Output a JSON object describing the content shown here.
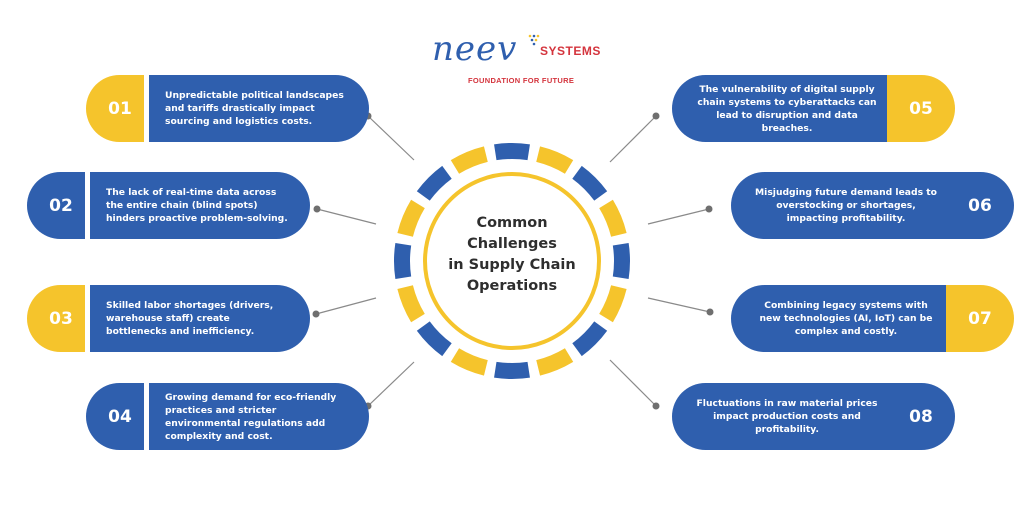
{
  "logo": {
    "wordmark": "neev",
    "systems": "SYSTEMS",
    "tagline": "FOUNDATION FOR FUTURE"
  },
  "center": {
    "lines": [
      "Common",
      "Challenges",
      "in Supply Chain",
      "Operations"
    ]
  },
  "colors": {
    "blue": "#2f5fae",
    "yellow": "#f5c42c",
    "logo_red": "#d4343d"
  },
  "left_items": [
    {
      "number": "01",
      "color": "yellow",
      "text": "Unpredictable political landscapes and tariffs drastically impact sourcing and logistics costs."
    },
    {
      "number": "02",
      "color": "blue",
      "text": "The lack of real-time data across the entire chain (blind spots) hinders proactive problem-solving."
    },
    {
      "number": "03",
      "color": "yellow",
      "text": "Skilled labor shortages (drivers, warehouse staff) create bottlenecks and inefficiency."
    },
    {
      "number": "04",
      "color": "blue",
      "text": "Growing demand for eco-friendly practices and stricter environmental regulations add complexity and cost."
    }
  ],
  "right_items": [
    {
      "number": "05",
      "color": "yellow",
      "text": "The vulnerability of digital supply chain systems to cyberattacks can lead to disruption and data breaches."
    },
    {
      "number": "06",
      "color": "blue",
      "text": "Misjudging future demand leads to overstocking or shortages, impacting profitability."
    },
    {
      "number": "07",
      "color": "yellow",
      "text": "Combining legacy systems with new technologies (AI, IoT) can be complex and costly."
    },
    {
      "number": "08",
      "color": "blue",
      "text": "Fluctuations in raw material prices impact production costs and profitability."
    }
  ]
}
